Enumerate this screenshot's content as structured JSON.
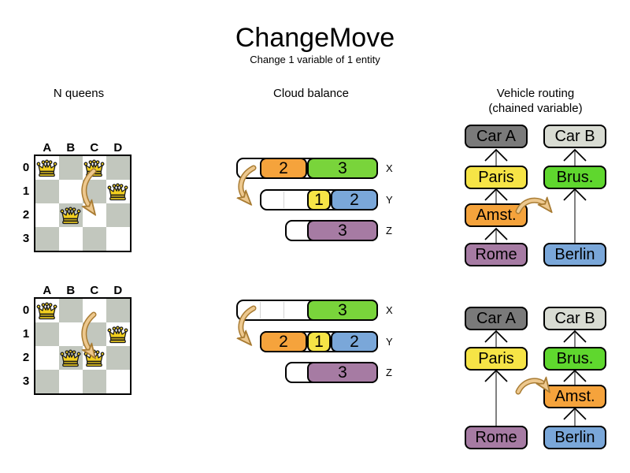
{
  "header": {
    "title": "ChangeMove",
    "subtitle": "Change 1 variable of 1 entity"
  },
  "colors": {
    "board_dark_cell": "#c2c7be",
    "queen_gold": "#f2cf1f",
    "move_arrow_fill": "#edc88e",
    "move_arrow_outline": "#a97c33",
    "orange": "#f5a33c",
    "green": "#79d43b",
    "vehicle_green": "#5fd72e",
    "yellow": "#f6e446",
    "blue": "#7aa7d9",
    "purple": "#a67ba3",
    "car_dark": "#7a7a7a",
    "car_light": "#d9dcd3",
    "chain_line": "#808080"
  },
  "nqueens": {
    "title": "N queens",
    "col_headers": [
      "A",
      "B",
      "C",
      "D"
    ],
    "row_headers": [
      "0",
      "1",
      "2",
      "3"
    ],
    "before_queens": [
      "A0",
      "C0",
      "D1",
      "B2"
    ],
    "after_queens": [
      "A0",
      "D1",
      "B2",
      "C2"
    ]
  },
  "cloud": {
    "title": "Cloud balance",
    "row_labels": [
      "X",
      "Y",
      "Z"
    ],
    "before": {
      "X": [
        {
          "value": "2",
          "color": "orange"
        },
        {
          "value": "3",
          "color": "green"
        }
      ],
      "Y": [
        {
          "value": "1",
          "color": "yellow"
        },
        {
          "value": "2",
          "color": "blue"
        }
      ],
      "Z": [
        {
          "value": "3",
          "color": "purple"
        }
      ]
    },
    "after": {
      "X": [
        {
          "value": "3",
          "color": "green"
        }
      ],
      "Y": [
        {
          "value": "2",
          "color": "orange"
        },
        {
          "value": "1",
          "color": "yellow"
        },
        {
          "value": "2",
          "color": "blue"
        }
      ],
      "Z": [
        {
          "value": "3",
          "color": "purple"
        }
      ]
    }
  },
  "vehicle": {
    "title": "Vehicle routing",
    "subtitle": "(chained variable)",
    "before": {
      "chain_a": [
        "Car A",
        "Paris",
        "Amst.",
        "Rome"
      ],
      "chain_b": [
        "Car B",
        "Brus.",
        "Berlin"
      ]
    },
    "after": {
      "chain_a": [
        "Car A",
        "Paris",
        "Rome"
      ],
      "chain_b": [
        "Car B",
        "Brus.",
        "Amst.",
        "Berlin"
      ]
    }
  }
}
